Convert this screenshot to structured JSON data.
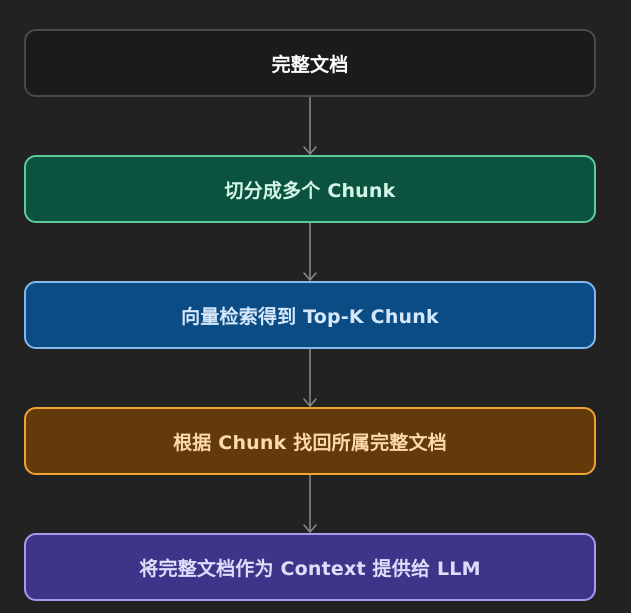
{
  "nodes": [
    {
      "label": "完整文档"
    },
    {
      "label": "切分成多个 Chunk"
    },
    {
      "label": "向量检索得到 Top-K Chunk"
    },
    {
      "label": "根据 Chunk 找回所属完整文档"
    },
    {
      "label": "将完整文档作为 Context 提供给 LLM"
    }
  ],
  "colors": {
    "background": "#222222",
    "arrow": "#8a8a8a",
    "node_0": {
      "fill": "#1b1b1b",
      "stroke": "#4a4a4a",
      "text": "#ffffff"
    },
    "node_1": {
      "fill": "#0c5240",
      "stroke": "#5ecb9c",
      "text": "#d3f5e6"
    },
    "node_2": {
      "fill": "#0c4c85",
      "stroke": "#84b8ef",
      "text": "#d5e8fb"
    },
    "node_3": {
      "fill": "#653a0a",
      "stroke": "#f0a330",
      "text": "#fbd9a8"
    },
    "node_4": {
      "fill": "#3e358a",
      "stroke": "#a59bec",
      "text": "#e0dcfb"
    }
  }
}
